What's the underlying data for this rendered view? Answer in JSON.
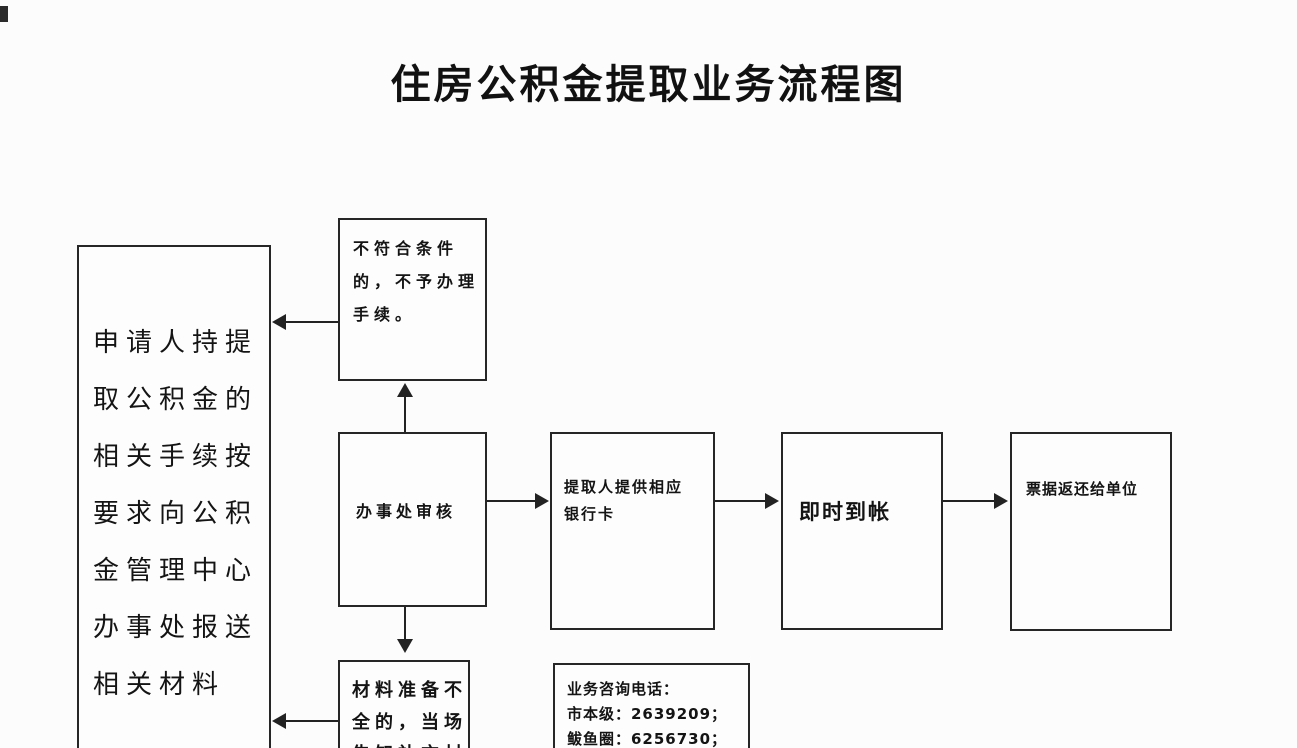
{
  "page": {
    "title": "住房公积金提取业务流程图"
  },
  "boxes": {
    "applicant": {
      "lines": [
        "申请人持提",
        "取公积金的",
        "相关手续按",
        "要求向公积",
        "金管理中心",
        "办事处报送",
        "相关材料"
      ]
    },
    "reject": {
      "lines": [
        "不符合条件",
        "的，不予办理",
        "手续。"
      ]
    },
    "review": {
      "label": "办事处审核"
    },
    "bankcard": {
      "lines": [
        "提取人提供相应",
        "银行卡"
      ]
    },
    "instant_credit": {
      "label": "即时到帐"
    },
    "receipt_return": {
      "label": "票据返还给单位"
    },
    "incomplete": {
      "lines": [
        "材料准备不",
        "全的，当场",
        "告知补充材"
      ]
    },
    "hotline": {
      "lines": [
        "业务咨询电话：",
        "市本级：2639209；",
        "鲅鱼圈：6256730；"
      ]
    }
  },
  "colors": {
    "background": "#fcfcfc",
    "line": "#222222",
    "text": "#141414"
  }
}
